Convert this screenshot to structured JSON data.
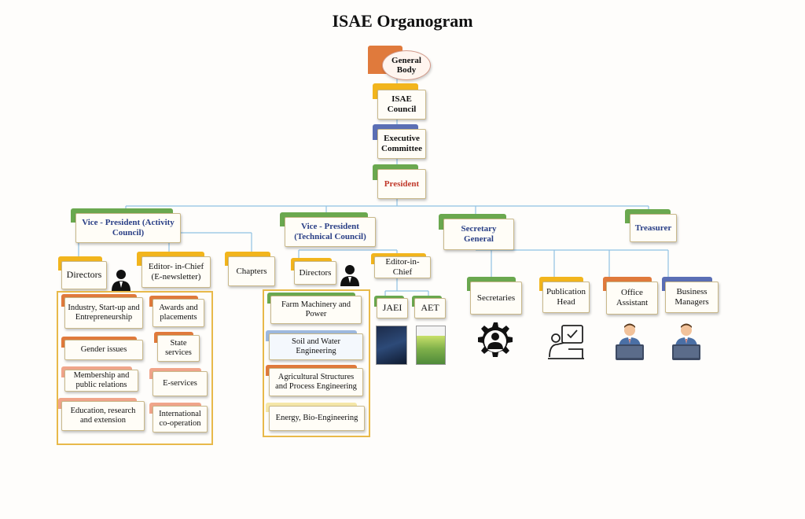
{
  "title": "ISAE Organogram",
  "nodes": {
    "general_body": "General Body",
    "isae_council": "ISAE Council",
    "executive_committee": "Executive Committee",
    "president": "President",
    "vp_activity": "Vice - President (Activity Council)",
    "vp_technical": "Vice - President (Technical Council)",
    "secretary_general": "Secretary General",
    "treasurer": "Treasurer",
    "directors_activity": "Directors",
    "editor_enewsletter": "Editor- in-Chief (E-newsletter)",
    "chapters": "Chapters",
    "directors_technical": "Directors",
    "editor_in_chief": "Editor-in-Chief",
    "secretaries": "Secretaries",
    "publication_head": "Publication Head",
    "office_assistant": "Office Assistant",
    "business_managers": "Business Managers",
    "jaei": "JAEI",
    "aet": "AET"
  },
  "activity_directorates": [
    "Industry, Start-up and Entrepreneurship",
    "Gender issues",
    "Membership and public relations",
    "Education, research and extension"
  ],
  "activity_directorates_right": [
    "Awards and placements",
    "State services",
    "E-services",
    "International co-operation"
  ],
  "technical_directorates": [
    "Farm Machinery and Power",
    "Soil and Water Engineering",
    "Agricultural Structures and Process Engineering",
    "Energy, Bio-Engineering"
  ],
  "icons": {
    "director": "person-silhouette-icon",
    "secretaries": "gear-person-icon",
    "publication": "presenter-board-icon",
    "office": "person-at-computer-icon"
  },
  "colors": {
    "orange": "#e07a3c",
    "yellow": "#f2b51d",
    "blue_purple": "#5b6fb5",
    "green": "#6aa84f",
    "light_blue": "#9db8de",
    "peach": "#f0a58a",
    "connector": "#8fc1e3",
    "panel": "#e8b94a"
  }
}
